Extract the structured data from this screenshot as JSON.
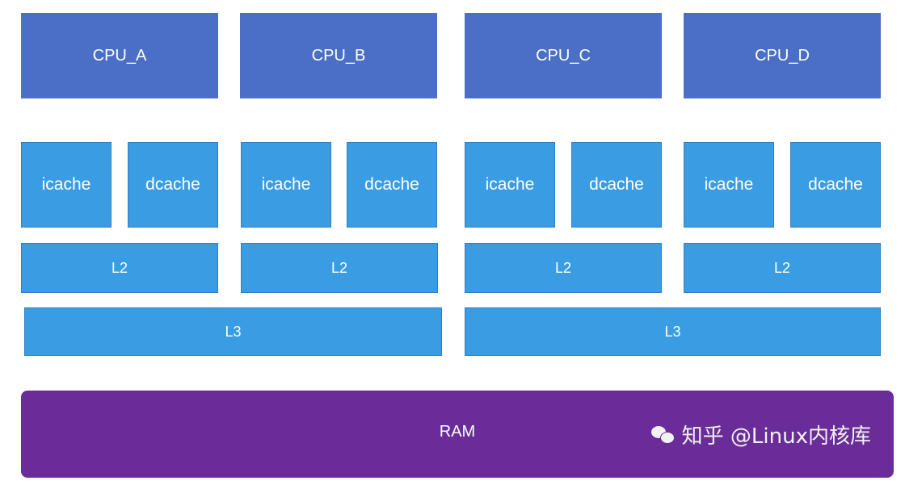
{
  "cpus": [
    "CPU_A",
    "CPU_B",
    "CPU_C",
    "CPU_D"
  ],
  "caches": {
    "icache": "icache",
    "dcache": "dcache"
  },
  "l2": [
    "L2",
    "L2",
    "L2",
    "L2"
  ],
  "l3": [
    "L3",
    "L3"
  ],
  "ram": {
    "label": "RAM"
  },
  "watermark": {
    "text": "知乎 @Linux内核库"
  },
  "colors": {
    "cpu": "#4a6fc5",
    "cache": "#3a9de3",
    "ram": "#6a2c99"
  }
}
